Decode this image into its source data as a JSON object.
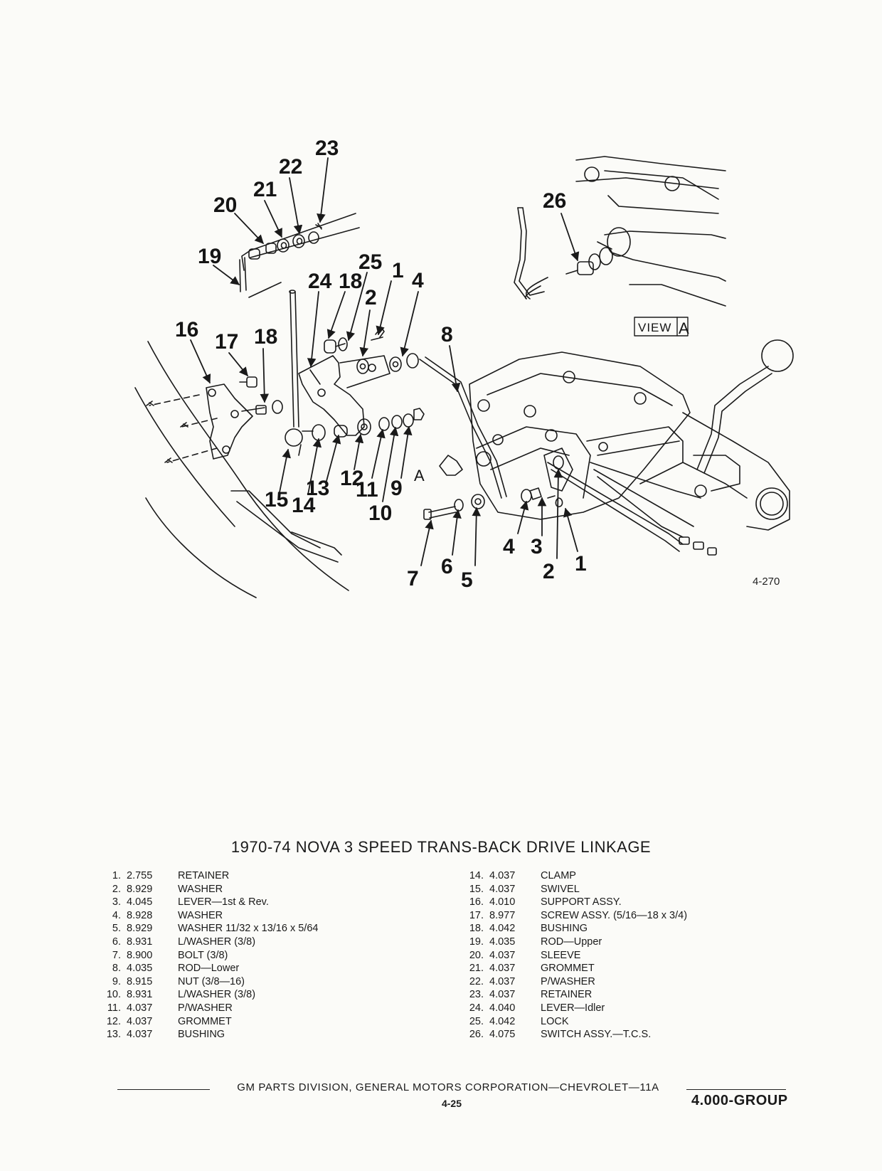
{
  "diagram": {
    "callouts": [
      {
        "key": "c23",
        "text": "23"
      },
      {
        "key": "c22",
        "text": "22"
      },
      {
        "key": "c21",
        "text": "21"
      },
      {
        "key": "c20",
        "text": "20"
      },
      {
        "key": "c19",
        "text": "19"
      },
      {
        "key": "c25",
        "text": "25"
      },
      {
        "key": "c1a",
        "text": "1"
      },
      {
        "key": "c4a",
        "text": "4"
      },
      {
        "key": "c24",
        "text": "24"
      },
      {
        "key": "c18a",
        "text": "18"
      },
      {
        "key": "c2a",
        "text": "2"
      },
      {
        "key": "c16",
        "text": "16"
      },
      {
        "key": "c17",
        "text": "17"
      },
      {
        "key": "c18b",
        "text": "18"
      },
      {
        "key": "c8",
        "text": "8"
      },
      {
        "key": "c26",
        "text": "26"
      },
      {
        "key": "c15",
        "text": "15"
      },
      {
        "key": "c13",
        "text": "13"
      },
      {
        "key": "c14",
        "text": "14"
      },
      {
        "key": "c12",
        "text": "12"
      },
      {
        "key": "c11",
        "text": "11"
      },
      {
        "key": "c9",
        "text": "9"
      },
      {
        "key": "c10",
        "text": "10"
      },
      {
        "key": "c7",
        "text": "7"
      },
      {
        "key": "c6",
        "text": "6"
      },
      {
        "key": "c5",
        "text": "5"
      },
      {
        "key": "c4b",
        "text": "4"
      },
      {
        "key": "c3",
        "text": "3"
      },
      {
        "key": "c2b",
        "text": "2"
      },
      {
        "key": "c1b",
        "text": "1"
      }
    ],
    "view_label": "VIEW",
    "view_letter": "A",
    "arrow_label": "A",
    "figure_number": "4-270"
  },
  "title": "1970-74 NOVA 3 SPEED TRANS-BACK DRIVE LINKAGE",
  "parts_left": [
    {
      "num": "1.",
      "group": "2.755",
      "desc": "RETAINER"
    },
    {
      "num": "2.",
      "group": "8.929",
      "desc": "WASHER"
    },
    {
      "num": "3.",
      "group": "4.045",
      "desc": "LEVER—1st & Rev."
    },
    {
      "num": "4.",
      "group": "8.928",
      "desc": "WASHER"
    },
    {
      "num": "5.",
      "group": "8.929",
      "desc": "WASHER 11/32 x 13/16 x 5/64"
    },
    {
      "num": "6.",
      "group": "8.931",
      "desc": "L/WASHER (3/8)"
    },
    {
      "num": "7.",
      "group": "8.900",
      "desc": "BOLT (3/8)"
    },
    {
      "num": "8.",
      "group": "4.035",
      "desc": "ROD—Lower"
    },
    {
      "num": "9.",
      "group": "8.915",
      "desc": "NUT (3/8—16)"
    },
    {
      "num": "10.",
      "group": "8.931",
      "desc": "L/WASHER (3/8)"
    },
    {
      "num": "11.",
      "group": "4.037",
      "desc": "P/WASHER"
    },
    {
      "num": "12.",
      "group": "4.037",
      "desc": "GROMMET"
    },
    {
      "num": "13.",
      "group": "4.037",
      "desc": "BUSHING"
    }
  ],
  "parts_right": [
    {
      "num": "14.",
      "group": "4.037",
      "desc": "CLAMP"
    },
    {
      "num": "15.",
      "group": "4.037",
      "desc": "SWIVEL"
    },
    {
      "num": "16.",
      "group": "4.010",
      "desc": "SUPPORT ASSY."
    },
    {
      "num": "17.",
      "group": "8.977",
      "desc": "SCREW ASSY. (5/16—18 x 3/4)"
    },
    {
      "num": "18.",
      "group": "4.042",
      "desc": "BUSHING"
    },
    {
      "num": "19.",
      "group": "4.035",
      "desc": "ROD—Upper"
    },
    {
      "num": "20.",
      "group": "4.037",
      "desc": "SLEEVE"
    },
    {
      "num": "21.",
      "group": "4.037",
      "desc": "GROMMET"
    },
    {
      "num": "22.",
      "group": "4.037",
      "desc": "P/WASHER"
    },
    {
      "num": "23.",
      "group": "4.037",
      "desc": "RETAINER"
    },
    {
      "num": "24.",
      "group": "4.040",
      "desc": "LEVER—Idler"
    },
    {
      "num": "25.",
      "group": "4.042",
      "desc": "LOCK"
    },
    {
      "num": "26.",
      "group": "4.075",
      "desc": "SWITCH ASSY.—T.C.S."
    }
  ],
  "footer": {
    "text": "GM PARTS DIVISION, GENERAL MOTORS CORPORATION—CHEVROLET—11A",
    "page": "4-25",
    "group": "4.000-GROUP"
  }
}
